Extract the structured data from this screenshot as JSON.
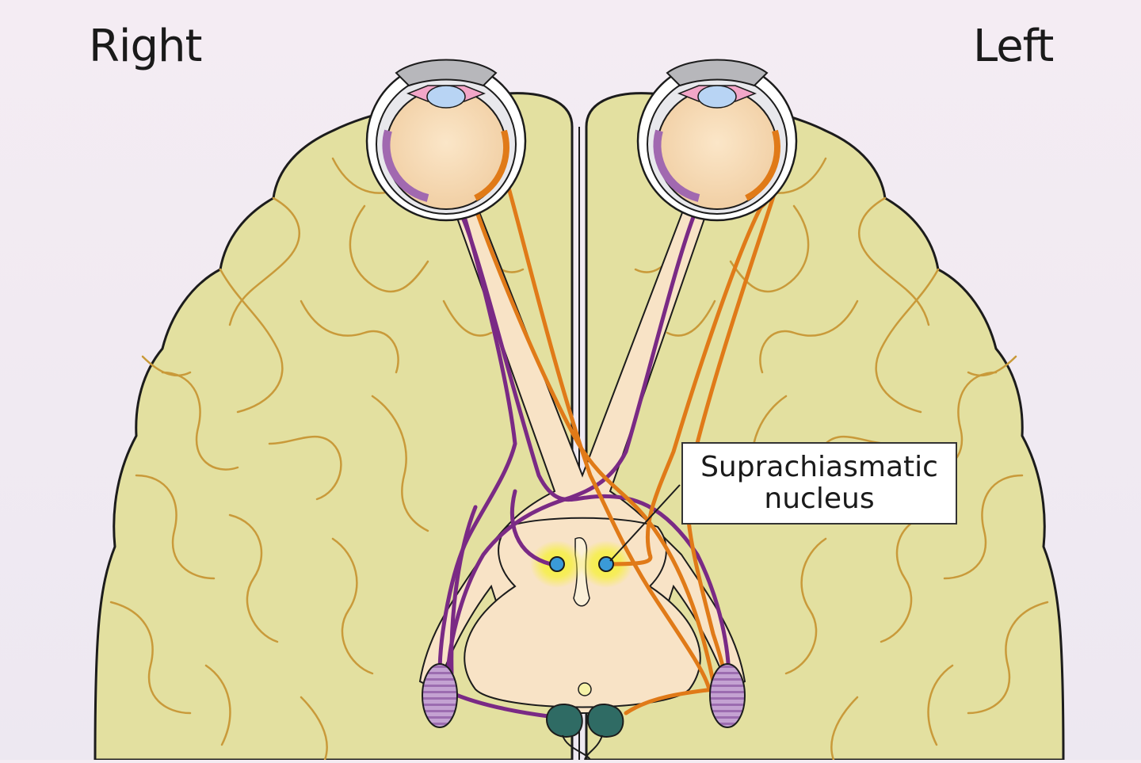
{
  "labels": {
    "right": "Right",
    "left": "Left"
  },
  "callout": {
    "line1": "Suprachiasmatic",
    "line2": "nucleus"
  },
  "colors": {
    "background": "#f1eaf2",
    "brain_fill": "#e3e0a0",
    "brain_outline": "#1c1c1c",
    "sulci": "#c99a3a",
    "pathway_fill": "#f8e3c6",
    "eye_fill": "#f7dcb8",
    "right_eye_fibers": "#7a2a85",
    "left_eye_fibers": "#e07a18",
    "lens": "#b8d4f4",
    "scn_glow": "#f4ee3c",
    "scn_nucleus": "#3a9ad8",
    "lgn": "#b891c8",
    "superior_colliculus": "#2f6b64"
  }
}
